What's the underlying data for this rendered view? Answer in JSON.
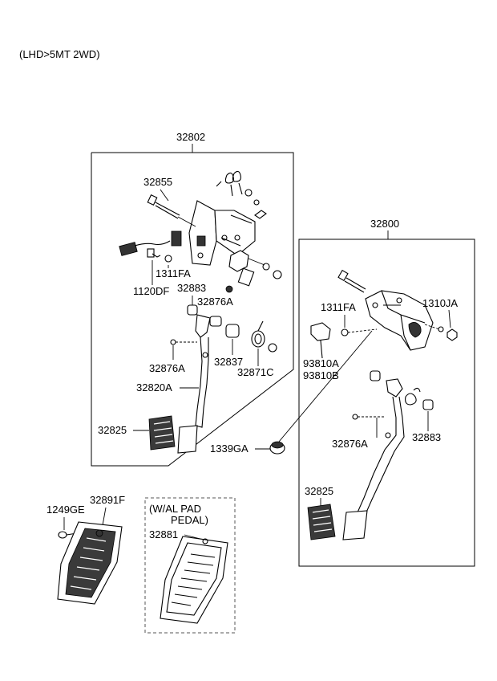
{
  "header": {
    "variant": "(LHD>5MT 2WD)"
  },
  "assemblies": {
    "left": {
      "number": "32802"
    },
    "right": {
      "number": "32800"
    }
  },
  "callouts": {
    "c32855": "32855",
    "c1311FA_left": "1311FA",
    "c1120DF": "1120DF",
    "c32883_left": "32883",
    "c32876A_top_left": "32876A",
    "c32876A_mid_left": "32876A",
    "c32837": "32837",
    "c32871C": "32871C",
    "c32820A": "32820A",
    "c32825_left": "32825",
    "c1339GA": "1339GA",
    "c1311FA_right": "1311FA",
    "c1310JA": "1310JA",
    "c93810A": "93810A",
    "c93810B": "93810B",
    "c32876A_right": "32876A",
    "c32883_right": "32883",
    "c32825_right": "32825",
    "c1249GE": "1249GE",
    "c32891F": "32891F",
    "c32881": "32881"
  },
  "option_box": {
    "line1": "(W/AL PAD",
    "line2": "PEDAL)"
  }
}
